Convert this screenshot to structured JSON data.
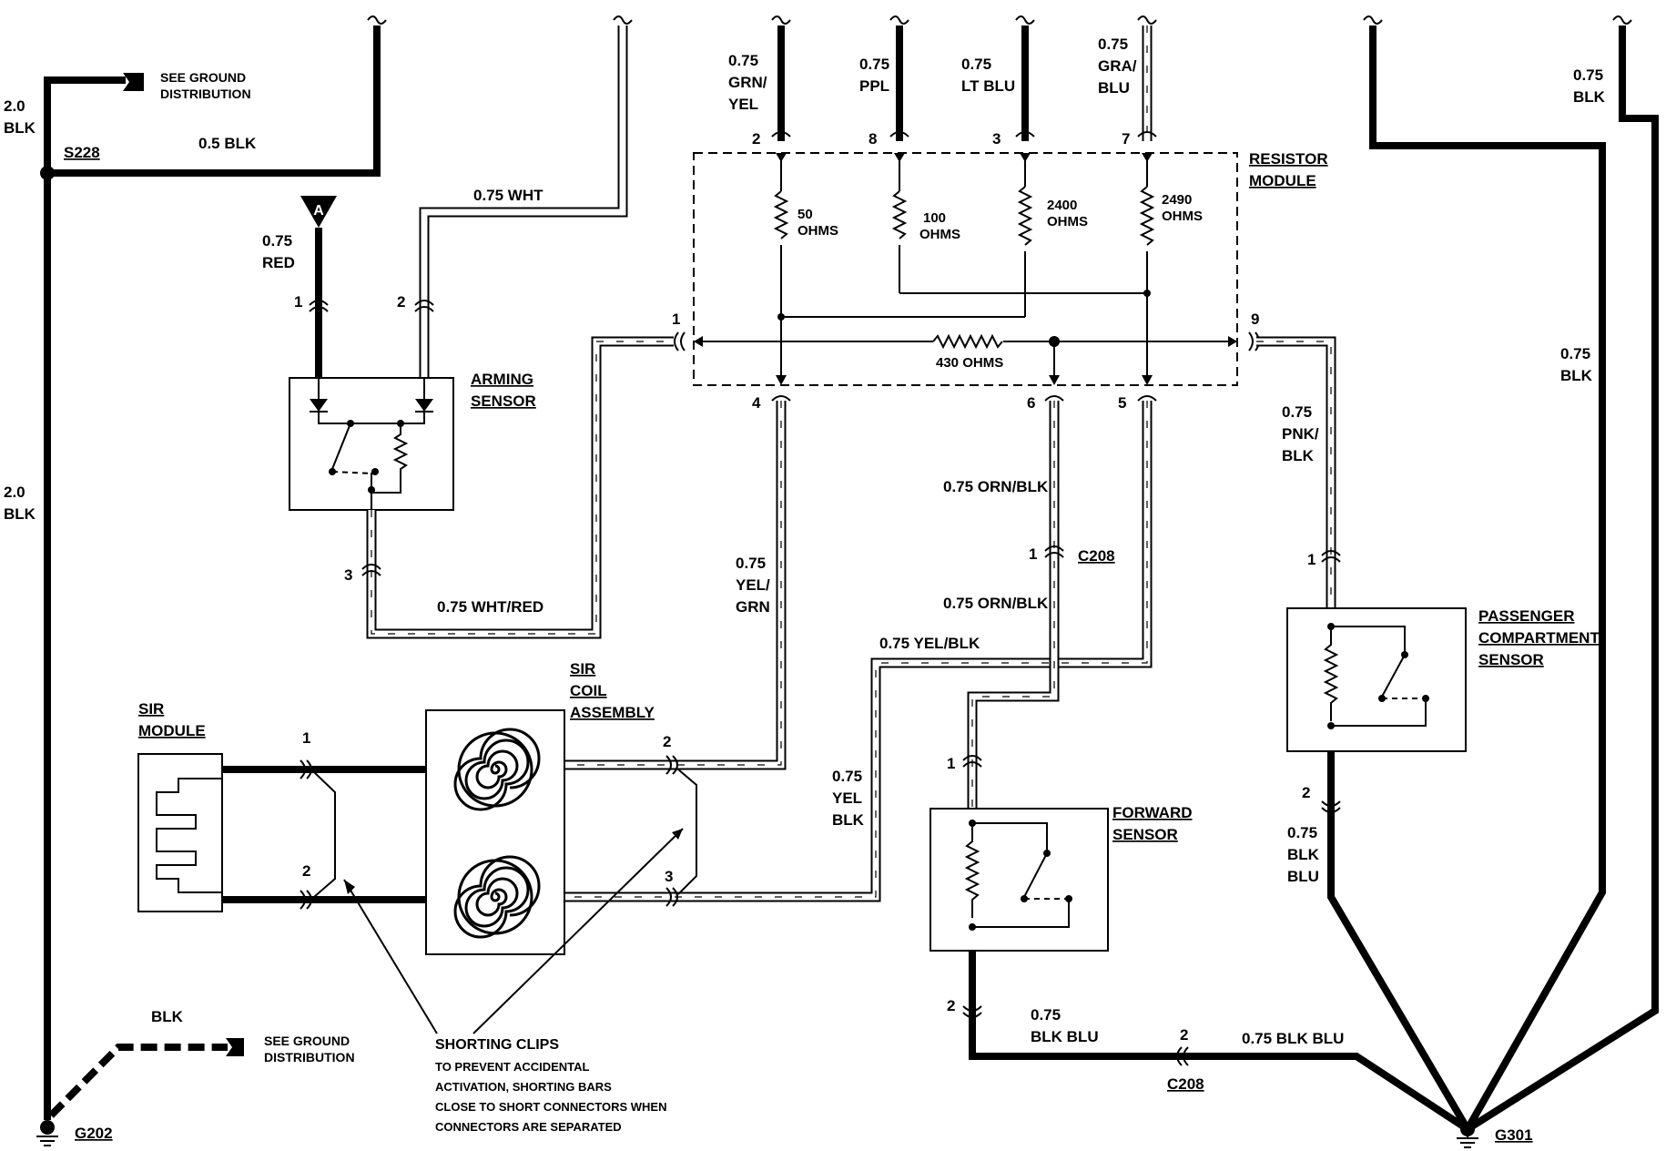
{
  "labels": {
    "see_ground_dist_top_1": "SEE GROUND",
    "see_ground_dist_top_2": "DISTRIBUTION",
    "blk_20_top_1": "2.0",
    "blk_20_top_2": "BLK",
    "s228": "S228",
    "blk_05": "0.5 BLK",
    "blk_20_mid_1": "2.0",
    "blk_20_mid_2": "BLK",
    "red_1": "0.75",
    "red_2": "RED",
    "wht": "0.75 WHT",
    "arming_1": "ARMING",
    "arming_2": "SENSOR",
    "wht_red": "0.75 WHT/RED",
    "pin_arming_1": "1",
    "pin_arming_2": "2",
    "pin_arming_3": "3",
    "splice_a": "A",
    "grn_yel_1": "0.75",
    "grn_yel_2": "GRN/",
    "grn_yel_3": "YEL",
    "ppl_1": "0.75",
    "ppl_2": "PPL",
    "ltblu_1": "0.75",
    "ltblu_2": "LT BLU",
    "grablu_1": "0.75",
    "grablu_2": "GRA/",
    "grablu_3": "BLU",
    "pin_top_2": "2",
    "pin_top_8": "8",
    "pin_top_3": "3",
    "pin_top_7": "7",
    "resistor_1": "RESISTOR",
    "resistor_2": "MODULE",
    "r50_1": "50",
    "r50_2": "OHMS",
    "r100_1": "100",
    "r100_2": "OHMS",
    "r2400_1": "2400",
    "r2400_2": "OHMS",
    "r2490_1": "2490",
    "r2490_2": "OHMS",
    "r430": "430 OHMS",
    "pin_res_1": "1",
    "pin_res_9": "9",
    "pin_res_4": "4",
    "pin_res_6": "6",
    "pin_res_5": "5",
    "orn_blk_1": "0.75 ORN/BLK",
    "orn_blk_2": "0.75 ORN/BLK",
    "c208_top": "C208",
    "pin_c208_1": "1",
    "yel_grn_1": "0.75",
    "yel_grn_2": "YEL/",
    "yel_grn_3": "GRN",
    "yel_blk_h": "0.75 YEL/BLK",
    "yel_blk_v1": "0.75",
    "yel_blk_v2": "YEL",
    "yel_blk_v3": "BLK",
    "sir_coil_1": "SIR",
    "sir_coil_2": "COIL",
    "sir_coil_3": "ASSEMBLY",
    "sir_module_1": "SIR",
    "sir_module_2": "MODULE",
    "pin_sir_1": "1",
    "pin_sir_2": "2",
    "pin_coil_2": "2",
    "pin_coil_3": "3",
    "shorting_1": "SHORTING CLIPS",
    "shorting_2": "TO PREVENT ACCIDENTAL",
    "shorting_3": "ACTIVATION, SHORTING BARS",
    "shorting_4": "CLOSE TO SHORT CONNECTORS WHEN",
    "shorting_5": "CONNECTORS ARE SEPARATED",
    "blk_bottom": "BLK",
    "see_ground_dist_bot_1": "SEE GROUND",
    "see_ground_dist_bot_2": "DISTRIBUTION",
    "g202": "G202",
    "forward_1": "FORWARD",
    "forward_2": "SENSOR",
    "pin_fwd_1": "1",
    "pin_fwd_2": "2",
    "blk_blu_fwd_1": "0.75",
    "blk_blu_fwd_2": "BLK BLU",
    "pin_c208b_2": "2",
    "c208_bottom": "C208",
    "blk_blu_h": "0.75 BLK BLU",
    "pnk_blk_1": "0.75",
    "pnk_blk_2": "PNK/",
    "pnk_blk_3": "BLK",
    "pass_1": "PASSENGER",
    "pass_2": "COMPARTMENT",
    "pass_3": "SENSOR",
    "pin_pass_1": "1",
    "pin_pass_2": "2",
    "blk_blu_pass_1": "0.75",
    "blk_blu_pass_2": "BLK",
    "blk_blu_pass_3": "BLU",
    "blk_right_1": "0.75",
    "blk_right_2": "BLK",
    "blk_right_mid_1": "0.75",
    "blk_right_mid_2": "BLK",
    "g301": "G301"
  }
}
